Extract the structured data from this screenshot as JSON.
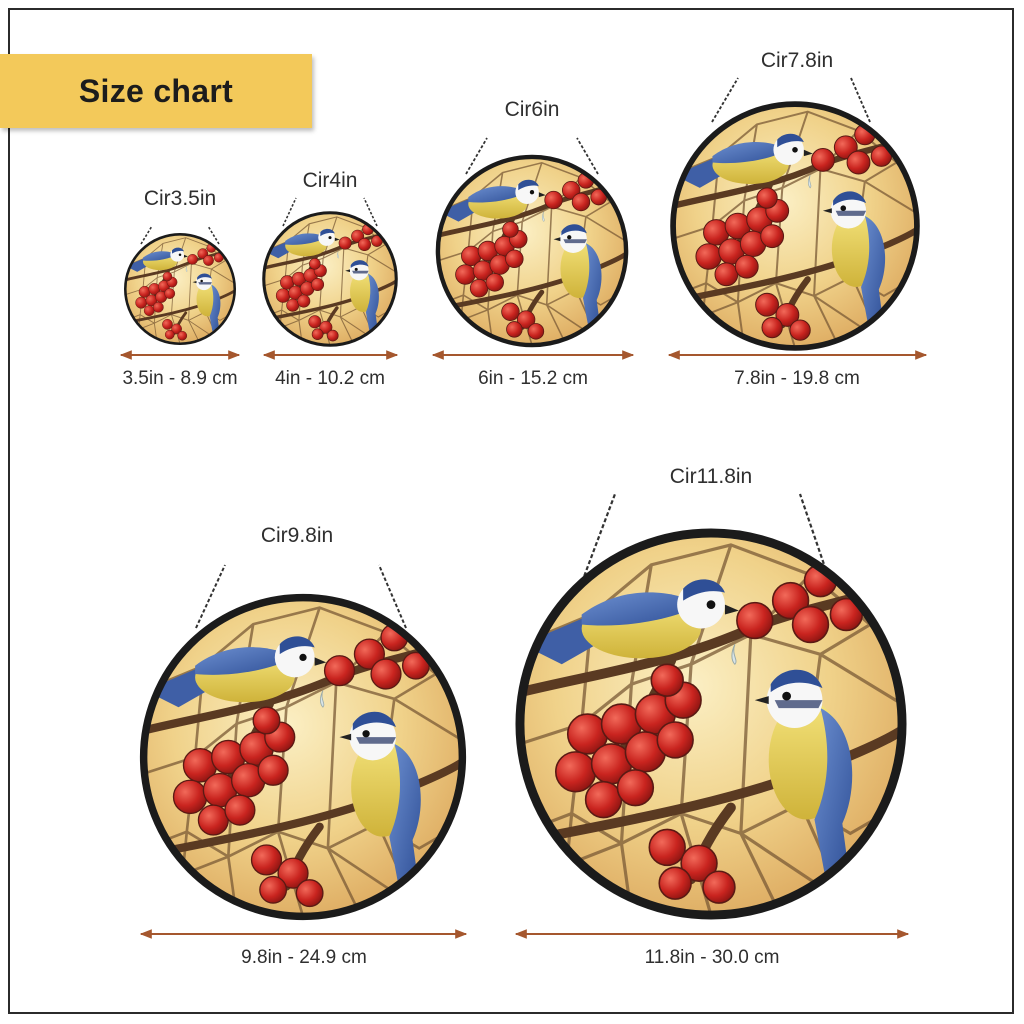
{
  "banner": {
    "title": "Size chart"
  },
  "accent_color": "#f3c95a",
  "arrow_color": "#a5572e",
  "sizes": [
    {
      "label": "Cir3.5in",
      "dimension": "3.5in - 8.9 cm"
    },
    {
      "label": "Cir4in",
      "dimension": "4in - 10.2 cm"
    },
    {
      "label": "Cir6in",
      "dimension": "6in - 15.2 cm"
    },
    {
      "label": "Cir7.8in",
      "dimension": "7.8in - 19.8 cm"
    },
    {
      "label": "Cir9.8in",
      "dimension": "9.8in - 24.9 cm"
    },
    {
      "label": "Cir11.8in",
      "dimension": "11.8in - 30.0 cm"
    }
  ]
}
